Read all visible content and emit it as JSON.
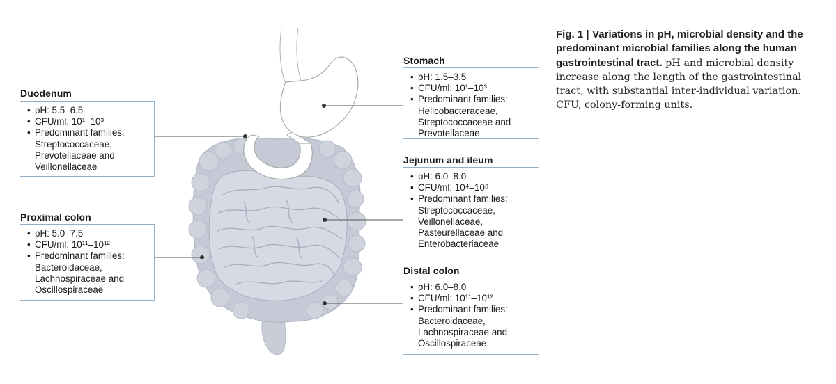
{
  "caption": {
    "figure_label": "Fig. 1 |",
    "title": "Variations in pH, microbial density and the predominant microbial families along the human gastrointestinal tract.",
    "text": "pH and microbial density increase along the length of the gastrointestinal tract, with substantial inter-individual variation. CFU, colony-forming units."
  },
  "regions": {
    "stomach": {
      "title": "Stomach",
      "ph": "pH: 1.5–3.5",
      "cfu": "CFU/ml: 10¹–10³",
      "families_label": "Predominant families:",
      "families": [
        "Helicobacteraceae,",
        "Streptococcaceae and",
        "Prevotellaceae"
      ]
    },
    "duodenum": {
      "title": "Duodenum",
      "ph": "pH: 5.5–6.5",
      "cfu": "CFU/ml: 10¹–10³",
      "families_label": "Predominant families:",
      "families": [
        "Streptococcaceae,",
        "Prevotellaceae and",
        "Veillonellaceae"
      ]
    },
    "jejunum_ileum": {
      "title": "Jejunum and ileum",
      "ph": "pH: 6.0–8.0",
      "cfu": "CFU/ml: 10⁴–10⁸",
      "families_label": "Predominant families:",
      "families": [
        "Streptococcaceae,",
        "Veillonellaceae,",
        "Pasteurellaceae and",
        "Enterobacteriaceae"
      ]
    },
    "proximal_colon": {
      "title": "Proximal colon",
      "ph": "pH: 5.0–7.5",
      "cfu": "CFU/ml: 10¹¹–10¹²",
      "families_label": "Predominant families:",
      "families": [
        "Bacteroidaceae,",
        "Lachnospiraceae and",
        "Oscillospiraceae"
      ]
    },
    "distal_colon": {
      "title": "Distal colon",
      "ph": "pH: 6.0–8.0",
      "cfu": "CFU/ml: 10¹¹–10¹²",
      "families_label": "Predominant families:",
      "families": [
        "Bacteroidaceae,",
        "Lachnospiraceae and",
        "Oscillospiraceae"
      ]
    }
  },
  "colors": {
    "box_border": "#8fb0cd",
    "organ_fill": "#d3d7e1",
    "organ_shadow": "#b6bccb",
    "stomach_fill": "#ffffff",
    "rule": "#555555"
  }
}
